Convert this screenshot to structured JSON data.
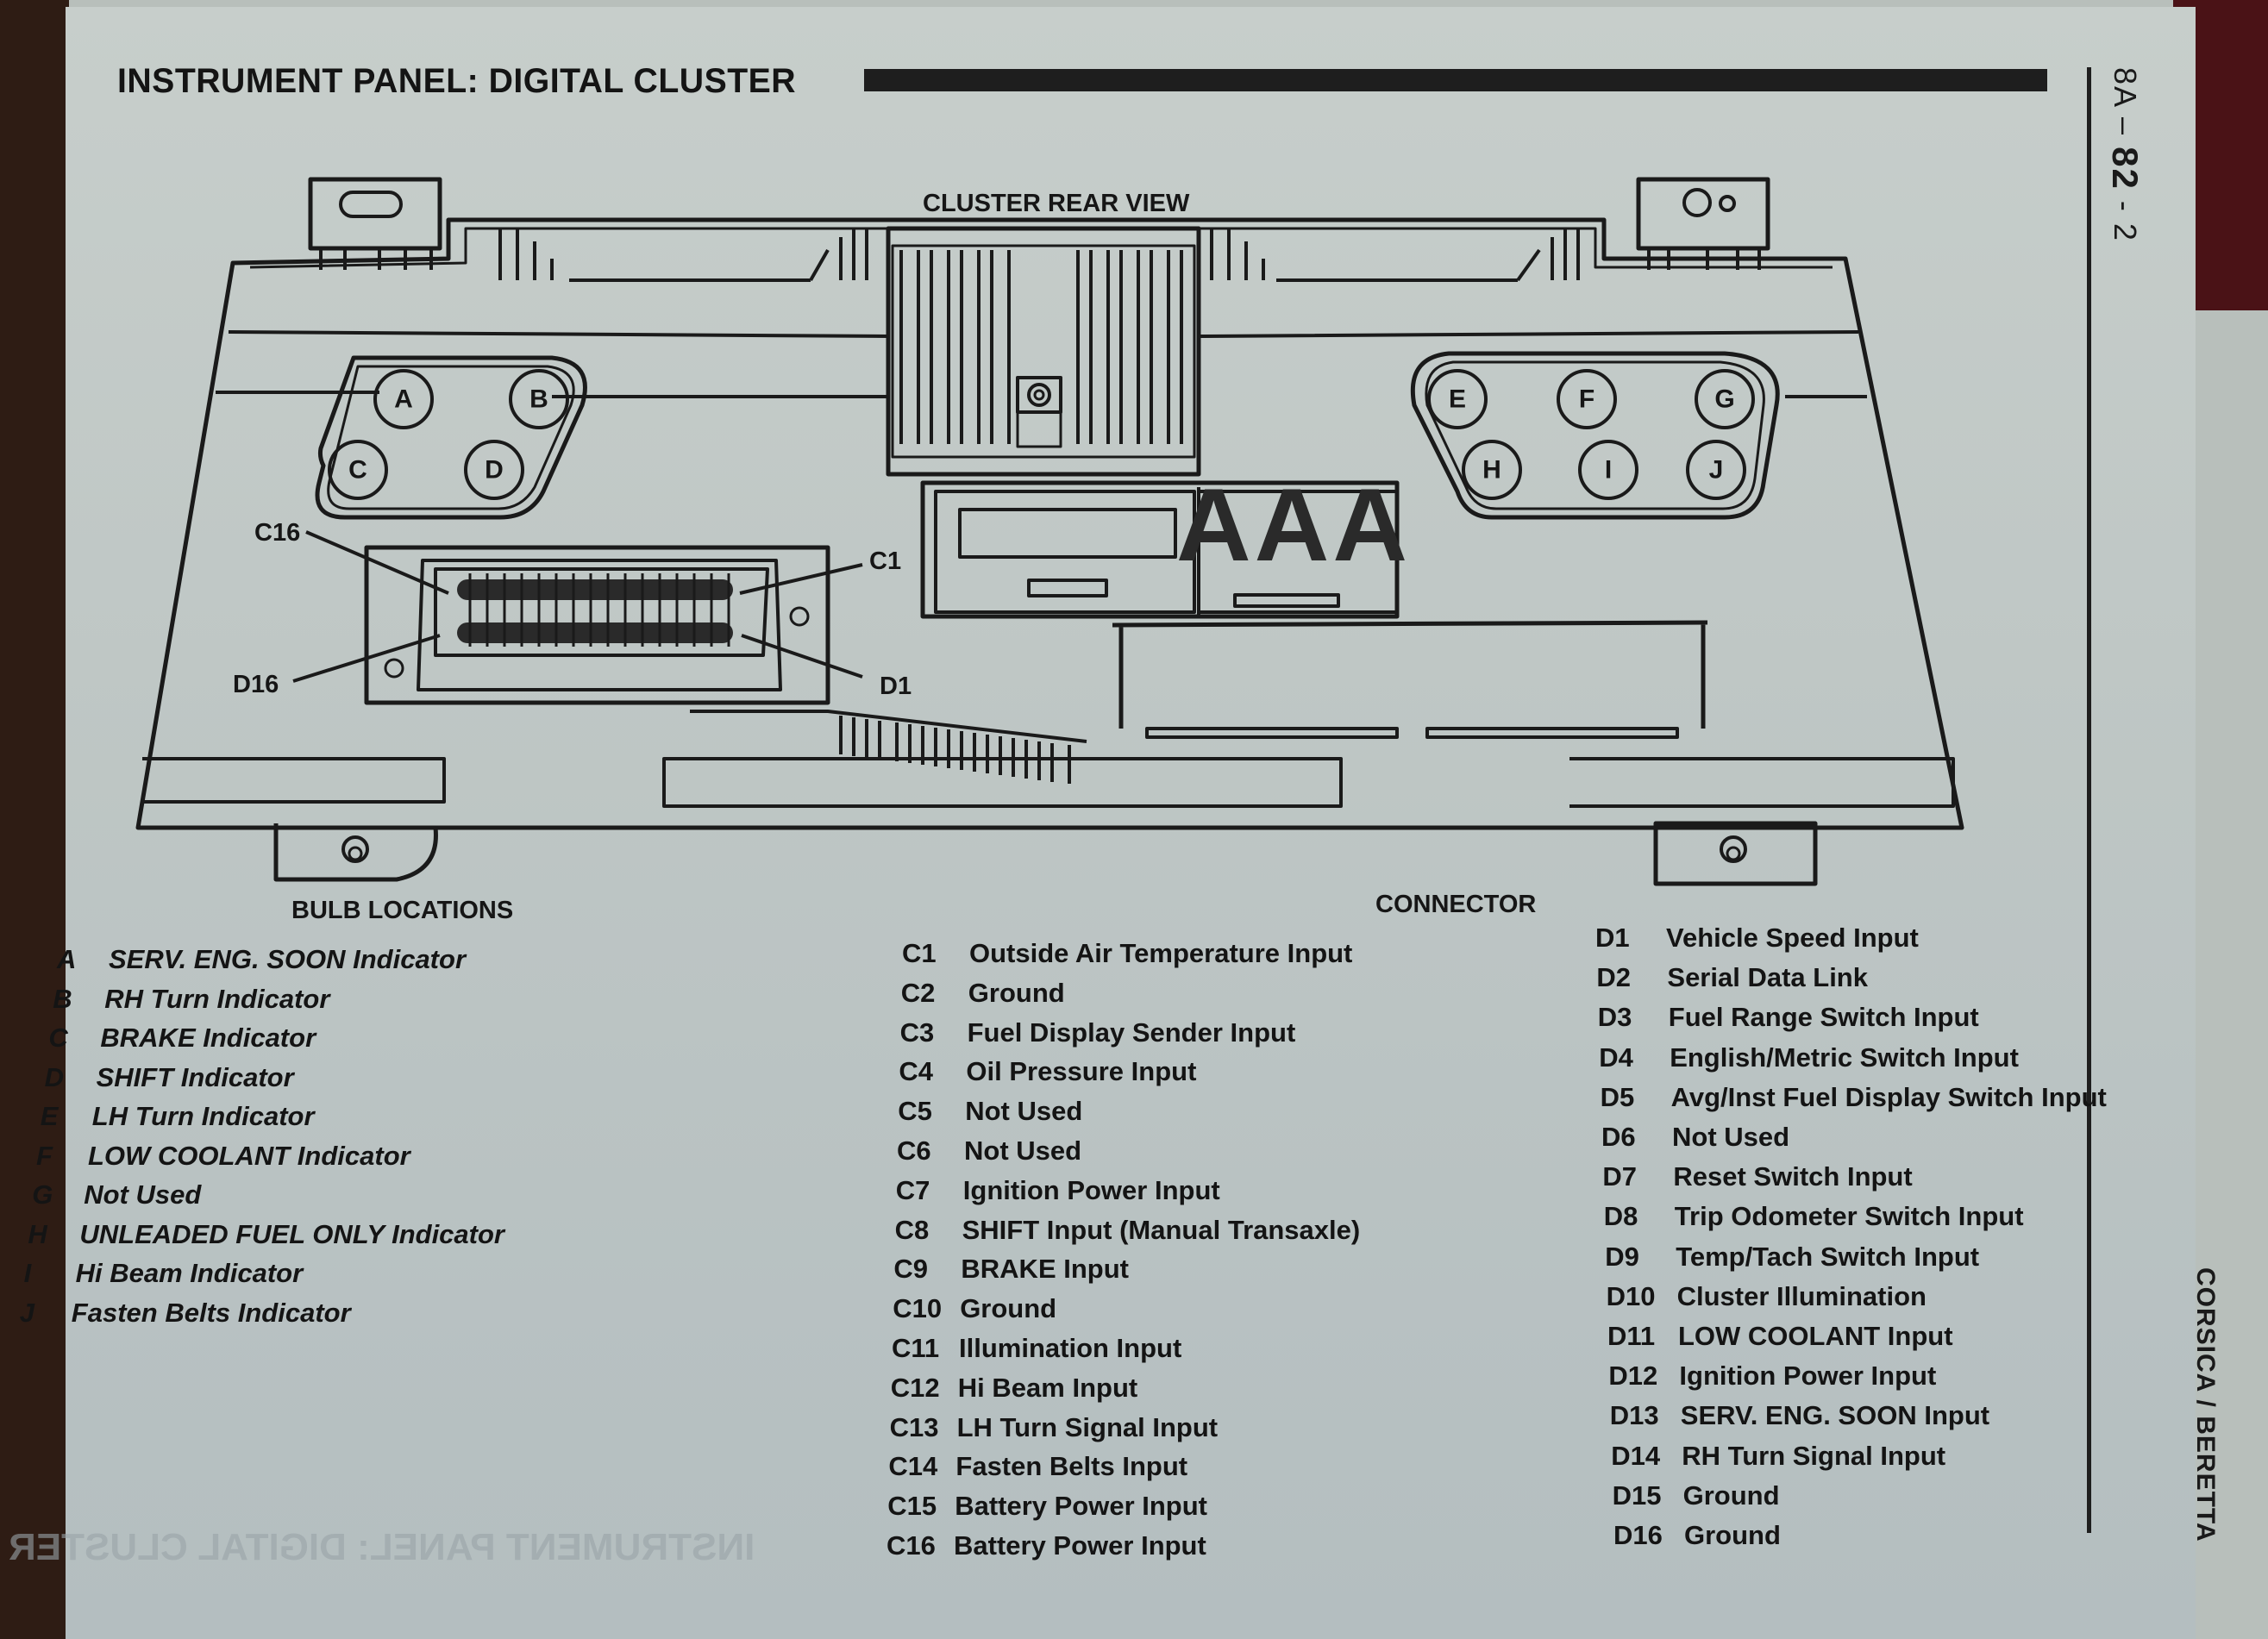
{
  "header": {
    "title": "INSTRUMENT PANEL: DIGITAL CLUSTER",
    "page_code_prefix": "8A –",
    "page_code_main": "82",
    "page_code_suffix": "- 2",
    "side_label": "CORSICA / BERETTA"
  },
  "diagram": {
    "title": "CLUSTER REAR VIEW",
    "bulb_circles_left": [
      "A",
      "B",
      "C",
      "D"
    ],
    "bulb_circles_right": [
      "E",
      "F",
      "G",
      "H",
      "I",
      "J"
    ],
    "connector_callouts": {
      "c16": "C16",
      "c1": "C1",
      "d16": "D16",
      "d1": "D1"
    },
    "display_glyphs": "AAA",
    "bulb_section_label": "BULB LOCATIONS",
    "connector_section_label": "CONNECTOR"
  },
  "bulb_locations": [
    {
      "code": "A",
      "desc": "SERV. ENG. SOON Indicator"
    },
    {
      "code": "B",
      "desc": "RH Turn Indicator"
    },
    {
      "code": "C",
      "desc": "BRAKE Indicator"
    },
    {
      "code": "D",
      "desc": "SHIFT Indicator"
    },
    {
      "code": "E",
      "desc": "LH Turn Indicator"
    },
    {
      "code": "F",
      "desc": "LOW COOLANT Indicator"
    },
    {
      "code": "G",
      "desc": "Not Used"
    },
    {
      "code": "H",
      "desc": "UNLEADED FUEL ONLY Indicator"
    },
    {
      "code": "I",
      "desc": "Hi Beam Indicator"
    },
    {
      "code": "J",
      "desc": "Fasten Belts Indicator"
    }
  ],
  "connector_c": [
    {
      "code": "C1",
      "desc": "Outside Air Temperature Input"
    },
    {
      "code": "C2",
      "desc": "Ground"
    },
    {
      "code": "C3",
      "desc": "Fuel Display Sender Input"
    },
    {
      "code": "C4",
      "desc": "Oil Pressure Input"
    },
    {
      "code": "C5",
      "desc": "Not Used"
    },
    {
      "code": "C6",
      "desc": "Not Used"
    },
    {
      "code": "C7",
      "desc": "Ignition Power Input"
    },
    {
      "code": "C8",
      "desc": "SHIFT Input (Manual Transaxle)"
    },
    {
      "code": "C9",
      "desc": "BRAKE Input"
    },
    {
      "code": "C10",
      "desc": "Ground"
    },
    {
      "code": "C11",
      "desc": "Illumination Input"
    },
    {
      "code": "C12",
      "desc": "Hi Beam Input"
    },
    {
      "code": "C13",
      "desc": "LH Turn Signal Input"
    },
    {
      "code": "C14",
      "desc": "Fasten Belts Input"
    },
    {
      "code": "C15",
      "desc": "Battery Power Input"
    },
    {
      "code": "C16",
      "desc": "Battery Power Input"
    }
  ],
  "connector_d": [
    {
      "code": "D1",
      "desc": "Vehicle Speed Input"
    },
    {
      "code": "D2",
      "desc": "Serial Data Link"
    },
    {
      "code": "D3",
      "desc": "Fuel Range Switch Input"
    },
    {
      "code": "D4",
      "desc": "English/Metric Switch Input"
    },
    {
      "code": "D5",
      "desc": "Avg/Inst Fuel Display Switch Input"
    },
    {
      "code": "D6",
      "desc": "Not Used"
    },
    {
      "code": "D7",
      "desc": "Reset Switch Input"
    },
    {
      "code": "D8",
      "desc": "Trip Odometer Switch Input"
    },
    {
      "code": "D9",
      "desc": "Temp/Tach Switch Input"
    },
    {
      "code": "D10",
      "desc": "Cluster Illumination"
    },
    {
      "code": "D11",
      "desc": "LOW COOLANT Input"
    },
    {
      "code": "D12",
      "desc": "Ignition Power Input"
    },
    {
      "code": "D13",
      "desc": "SERV. ENG. SOON Input"
    },
    {
      "code": "D14",
      "desc": "RH Turn Signal Input"
    },
    {
      "code": "D15",
      "desc": "Ground"
    },
    {
      "code": "D16",
      "desc": "Ground"
    }
  ],
  "bleed_through_text": "INSTRUMENT PANEL: DIGITAL CLUSTER"
}
